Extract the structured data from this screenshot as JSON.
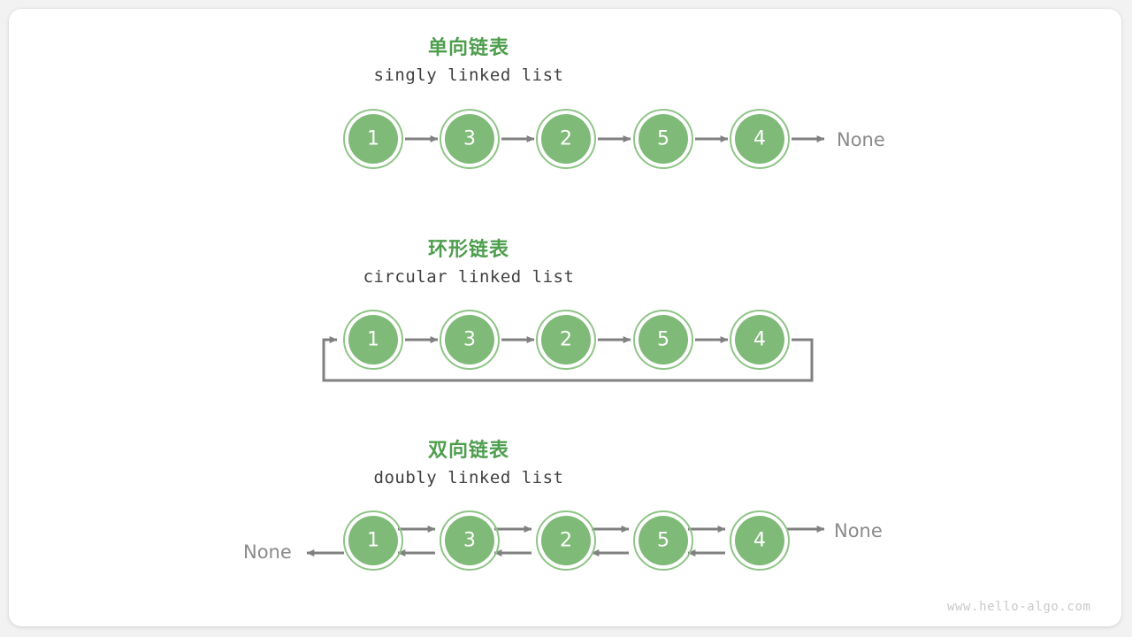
{
  "canvas": {
    "background": "#f2f2f2",
    "card_background": "#ffffff"
  },
  "colors": {
    "title_green": "#4e9e4e",
    "node_fill": "#7fba78",
    "node_ring": "#8fc487",
    "node_text": "#ffffff",
    "arrow_gray": "#808080",
    "subtitle_gray": "#3f3f3f",
    "none_gray": "#8a8a8a",
    "watermark_gray": "#c9c9c9"
  },
  "sections": [
    {
      "id": "singly",
      "title_cn": "单向链表",
      "title_en": "singly linked list",
      "nodes": [
        "1",
        "3",
        "2",
        "5",
        "4"
      ],
      "tail_label": "None",
      "head_label": null
    },
    {
      "id": "circular",
      "title_cn": "环形链表",
      "title_en": "circular linked list",
      "nodes": [
        "1",
        "3",
        "2",
        "5",
        "4"
      ],
      "tail_label": null,
      "head_label": null
    },
    {
      "id": "doubly",
      "title_cn": "双向链表",
      "title_en": "doubly linked list",
      "nodes": [
        "1",
        "3",
        "2",
        "5",
        "4"
      ],
      "tail_label": "None",
      "head_label": "None"
    }
  ],
  "watermark": "www.hello-algo.com"
}
